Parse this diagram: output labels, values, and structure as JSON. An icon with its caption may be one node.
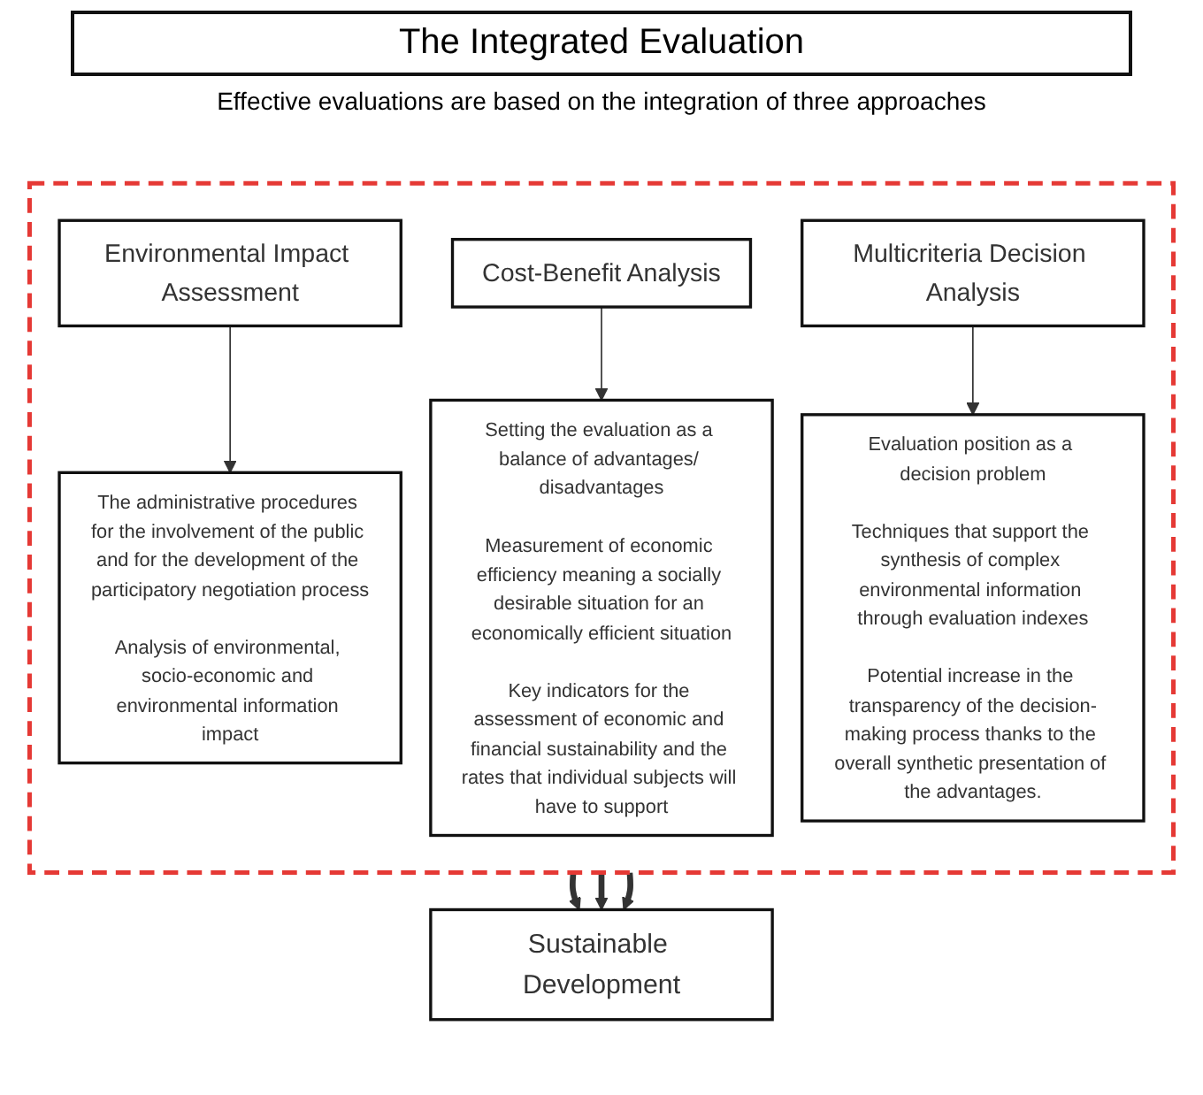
{
  "diagram": {
    "title": "The Integrated Evaluation",
    "nodes": [
      {
        "text": [],
        "shape": "box"
      },
      {
        "text": [
          "Environmental Impact Assessment"
        ],
        "in": 0
      },
      {
        "text": [
          "Cost-Benefit Analysis"
        ],
        "in": 0
      },
      {
        "text": [
          "Multicriteria Decision Analysis"
        ],
        "in": 0
      },
      {
        "text": [
          "The administrative procedures for the involvement of the public and for the development of the participatory negotiation process",
          "Analysis of environmental, socio-economic and environmental information impact"
        ],
        "in": 0
      },
      {
        "text": [
          "Setting the evaluation as a balance of advantages/ disadvantages",
          "Measurement of economic efficiency meaning a socially desirable situation for an economically efficient situation",
          "Key indicators for the assessment of economic and financial sustainability and the rates that individual subjects will have to support"
        ],
        "in": 0
      },
      {
        "text": [
          "Evaluation position as a decision problem",
          "Techniques that support the synthesis of complex environmental information through evaluation indexes",
          "Potential increase in the transparency of the decision-making process thanks to the overall synthetic presentation of the advantages."
        ],
        "in": 0
      },
      {
        "text": [
          "Sustainable Development"
        ]
      }
    ],
    "edges": [
      {
        "from": 1,
        "to": 4,
        "arrow": "to"
      },
      {
        "from": 2,
        "to": 5,
        "arrow": "to"
      },
      {
        "from": 3,
        "to": 6,
        "arrow": "to"
      },
      {
        "from": 0,
        "to": 7,
        "arrow": "to",
        "style": "thick"
      },
      {
        "from": 0,
        "to": 7,
        "arrow": "to",
        "style": "thick"
      },
      {
        "from": 0,
        "to": 7,
        "arrow": "to",
        "style": "thick"
      }
    ],
    "labels": [
      "Effective evaluations are based on the integration of three approaches"
    ]
  }
}
